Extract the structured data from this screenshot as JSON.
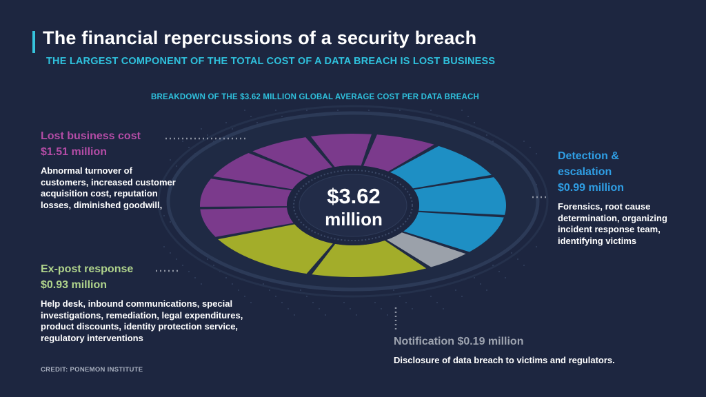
{
  "header": {
    "title": "The financial repercussions of a security breach",
    "subtitle": "THE LARGEST COMPONENT OF THE TOTAL COST OF A DATA BREACH IS LOST BUSINESS",
    "breakdown_label": "BREAKDOWN OF THE $3.62 MILLION GLOBAL AVERAGE COST PER DATA BREACH"
  },
  "center": {
    "line1": "$3.62",
    "line2": "million"
  },
  "segments": {
    "lost": {
      "name": "Lost business cost",
      "amount": "$1.51 million",
      "desc": "Abnormal turnover of customers, increased customer acquisition cost, reputation losses, diminished goodwill,"
    },
    "detection": {
      "name_line1": "Detection &",
      "name_line2": "escalation",
      "amount": "$0.99 million",
      "desc": "Forensics, root cause determination, organizing incident response team, identifying victims"
    },
    "expost": {
      "name": "Ex-post response",
      "amount": "$0.93 million",
      "desc": "Help desk, inbound communications, special investigations, remediation, legal expenditures, product discounts, identity protection service, regulatory interventions"
    },
    "notification": {
      "name": "Notification $0.19 million",
      "desc": "Disclosure of data breach to victims and regulators."
    }
  },
  "credit": "CREDIT: PONEMON INSTITUTE",
  "colors": {
    "background": "#1d2640",
    "accent": "#2fc1dd",
    "lost": "#7b3a8c",
    "detection": "#1e8fc4",
    "expost": "#a3ad2a",
    "notification": "#9ba1aa"
  },
  "chart_data": {
    "type": "pie",
    "style": "donut",
    "total": 3.62,
    "unit": "$ million",
    "categories": [
      "Lost business cost",
      "Detection & escalation",
      "Notification",
      "Ex-post response"
    ],
    "values": [
      1.51,
      0.99,
      0.19,
      0.93
    ],
    "colors": [
      "#7b3a8c",
      "#1e8fc4",
      "#9ba1aa",
      "#a3ad2a"
    ]
  }
}
